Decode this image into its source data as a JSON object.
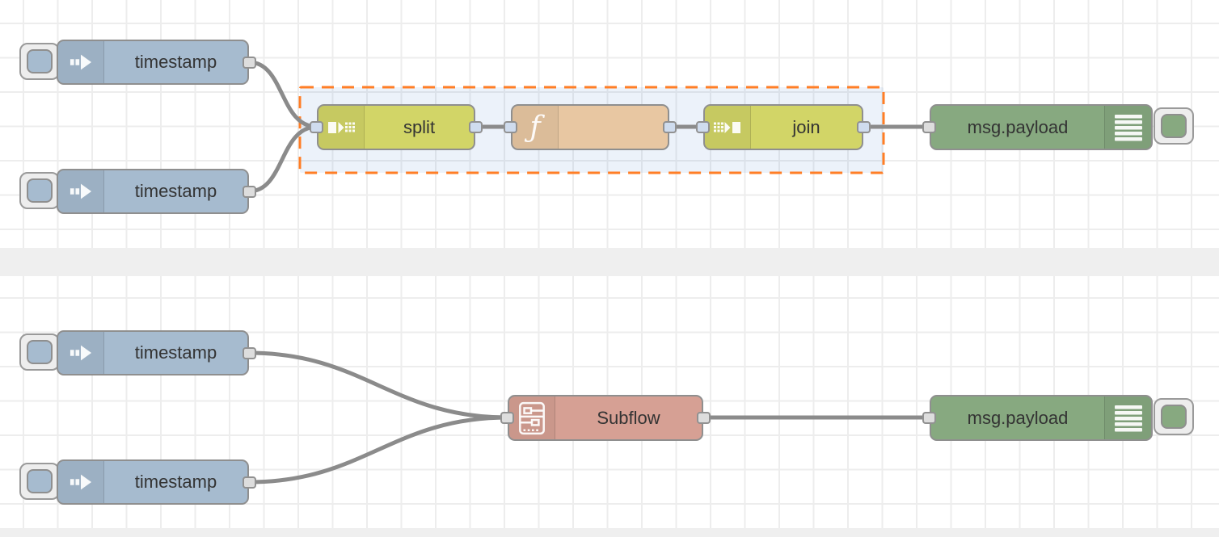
{
  "editor": {
    "kind": "flow-editor-canvas",
    "wire_color": "#8b8b8b",
    "grid_line_color": "#ededed",
    "separator_color": "#efefef",
    "selection_border_color": "#ff7e26",
    "selection_fill_color": "rgba(70,130,210,0.10)"
  },
  "nodes": {
    "inject_top_1": {
      "type": "inject",
      "label": "timestamp",
      "color": "#a6bbcf",
      "icon": "inject-arrow-icon"
    },
    "inject_top_2": {
      "type": "inject",
      "label": "timestamp",
      "color": "#a6bbcf",
      "icon": "inject-arrow-icon"
    },
    "split": {
      "type": "split",
      "label": "split",
      "color": "#d2d567",
      "icon": "split-icon"
    },
    "function": {
      "type": "function",
      "label": "",
      "color": "#e8c7a2",
      "icon": "function-icon"
    },
    "join": {
      "type": "join",
      "label": "join",
      "color": "#d2d567",
      "icon": "join-icon"
    },
    "debug_top": {
      "type": "debug",
      "label": "msg.payload",
      "color": "#87a980",
      "icon": "debug-list-icon"
    },
    "inject_bottom_1": {
      "type": "inject",
      "label": "timestamp",
      "color": "#a6bbcf",
      "icon": "inject-arrow-icon"
    },
    "inject_bottom_2": {
      "type": "inject",
      "label": "timestamp",
      "color": "#a6bbcf",
      "icon": "inject-arrow-icon"
    },
    "subflow": {
      "type": "subflow",
      "label": "Subflow",
      "color": "#d6a094",
      "icon": "subflow-icon"
    },
    "debug_bottom": {
      "type": "debug",
      "label": "msg.payload",
      "color": "#87a980",
      "icon": "debug-list-icon"
    }
  },
  "selection": {
    "selected_nodes": [
      "split",
      "function",
      "join"
    ]
  },
  "connections": [
    {
      "from": "inject_top_1",
      "to": "split"
    },
    {
      "from": "inject_top_2",
      "to": "split"
    },
    {
      "from": "split",
      "to": "function"
    },
    {
      "from": "function",
      "to": "join"
    },
    {
      "from": "join",
      "to": "debug_top"
    },
    {
      "from": "inject_bottom_1",
      "to": "subflow"
    },
    {
      "from": "inject_bottom_2",
      "to": "subflow"
    },
    {
      "from": "subflow",
      "to": "debug_bottom"
    }
  ]
}
